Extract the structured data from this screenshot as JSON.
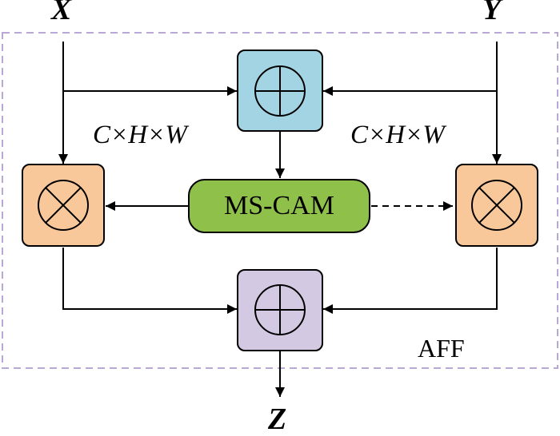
{
  "inputs": {
    "x": "X",
    "y": "Y"
  },
  "output": {
    "z": "Z"
  },
  "dims": {
    "left": "C×H×W",
    "right": "C×H×W"
  },
  "module": {
    "label": "MS-CAM"
  },
  "group": {
    "label": "AFF"
  },
  "colors": {
    "add_top": "#a3d4e3",
    "multiply": "#f9c89a",
    "mscam": "#8fc04a",
    "add_bottom": "#d4c9e2",
    "dashed_border": "#b9a7d6"
  }
}
